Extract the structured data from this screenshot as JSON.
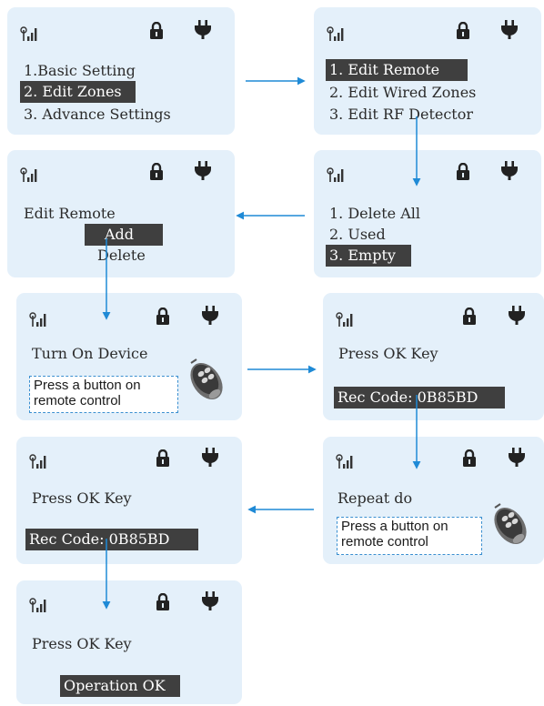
{
  "colors": {
    "panel": "#e4f0fa",
    "highlight": "#3f3f3f",
    "arrow": "#1f8ad6",
    "note_border": "#3a8fd0",
    "text": "#2b2b2b"
  },
  "icons": [
    "signal-icon",
    "lock-icon",
    "power-plug-icon",
    "remote-control-icon"
  ],
  "screens": {
    "main_menu": {
      "item1": "1.Basic Setting",
      "item2": "2. Edit Zones",
      "item3": "3. Advance Settings"
    },
    "edit_zones_menu": {
      "item1": "1. Edit Remote",
      "item2": "2. Edit Wired Zones",
      "item3": "3. Edit RF Detector"
    },
    "edit_remote_menu": {
      "title": "Edit Remote",
      "add": "Add",
      "delete": "Delete"
    },
    "remote_slots": {
      "item1": "1. Delete All",
      "item2": "2. Used",
      "item3": "3. Empty"
    },
    "turn_on_device": {
      "title": "Turn On Device",
      "note_line1": "Press a button on",
      "note_line2": "remote control"
    },
    "press_ok_1": {
      "title": "Press OK Key",
      "code": "Rec Code: 0B85BD"
    },
    "repeat_do": {
      "title": "Repeat do",
      "note_line1": "Press a button on",
      "note_line2": "remote control"
    },
    "press_ok_2": {
      "title": "Press OK Key",
      "code": "Rec Code: 0B85BD"
    },
    "operation_ok": {
      "title": "Press OK Key",
      "result": "Operation OK"
    }
  }
}
